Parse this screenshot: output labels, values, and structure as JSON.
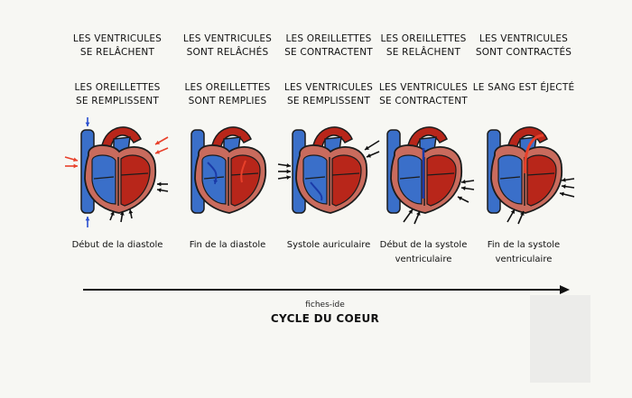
{
  "stages": [
    {
      "top_text": [
        "LES VENTRICULES",
        "SE RELÂCHENT"
      ],
      "mid_text": [
        "LES OREILLETTES",
        "SE REMPLISSENT"
      ],
      "caption": [
        "Début de la diastole"
      ]
    },
    {
      "top_text": [
        "LES VENTRICULES",
        "SONT RELÂCHÉS"
      ],
      "mid_text": [
        "LES OREILLETTES",
        "SONT REMPLIES"
      ],
      "caption": [
        "Fin de la diastole"
      ]
    },
    {
      "top_text": [
        "LES OREILLETTES",
        "SE CONTRACTENT"
      ],
      "mid_text": [
        "LES VENTRICULES",
        "SE REMPLISSENT"
      ],
      "caption": [
        "Systole auriculaire"
      ]
    },
    {
      "top_text": [
        "LES OREILLETTES",
        "SE RELÂCHENT"
      ],
      "mid_text": [
        "LES VENTRICULES",
        "SE CONTRACTENT"
      ],
      "caption": [
        "Début de la systole",
        "ventriculaire"
      ]
    },
    {
      "top_text": [
        "LES VENTRICULES",
        "SONT CONTRACTÉS"
      ],
      "mid_text": [
        "LE SANG EST ÉJECTÉ"
      ],
      "caption": [
        "Fin de la systole",
        "ventriculaire"
      ]
    }
  ],
  "source": "fiches-ide",
  "title": "CYCLE DU COEUR",
  "colors": {
    "blue": "#3a6fc9",
    "red": "#b8261a",
    "wall": "#c96b5d",
    "outline": "#1c1c1c",
    "arrow_in": "#e8402a"
  }
}
